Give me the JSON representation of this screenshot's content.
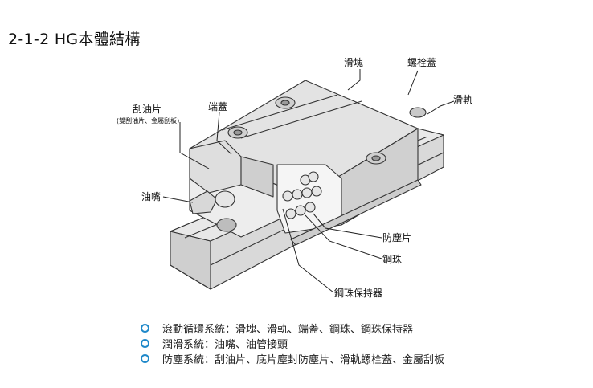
{
  "title": "2-1-2 HG本體結構",
  "labels": {
    "block": "滑塊",
    "bolt_cap": "螺栓蓋",
    "rail": "滑軌",
    "scraper": "刮油片",
    "scraper_note": "(雙刮油片、金屬刮板)",
    "end_cap": "端蓋",
    "grease_nipple": "油嘴",
    "bottom_seal": "防塵片",
    "ball": "鋼珠",
    "retainer": "鋼珠保持器"
  },
  "legend": [
    "滾動循環系統：滑塊、滑軌、端蓋、鋼珠、鋼珠保持器",
    "潤滑系統：油嘴、油管接頭",
    "防塵系統：刮油片、底片塵封防塵片、滑軌螺栓蓋、金屬刮板"
  ],
  "colors": {
    "accent": "#1e88c9",
    "part_light": "#ededed",
    "part_mid": "#dcdcdc",
    "part_dark": "#c4c4c4"
  }
}
